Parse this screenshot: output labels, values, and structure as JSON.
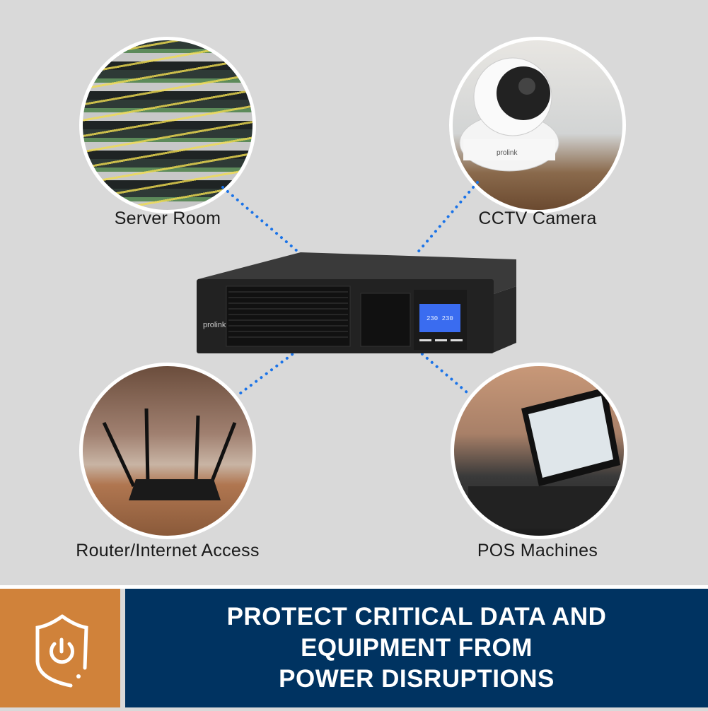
{
  "applications": [
    {
      "label": "Server Room",
      "image": "server-rack-photo"
    },
    {
      "label": "CCTV Camera",
      "image": "cctv-camera-photo"
    },
    {
      "label": "Router/Internet Access",
      "image": "router-photo"
    },
    {
      "label": "POS Machines",
      "image": "pos-machine-photo"
    }
  ],
  "product": {
    "brand": "prolink",
    "lcd_readout": "230 230"
  },
  "banner": {
    "icon": "shield-power-icon",
    "lines": [
      "PROTECT CRITICAL DATA AND",
      "EQUIPMENT FROM",
      "POWER DISRUPTIONS"
    ]
  },
  "colors": {
    "background": "#d9d9d9",
    "accent_orange": "#d0823a",
    "navy": "#003361",
    "connector_dots": "#1a73e8"
  }
}
